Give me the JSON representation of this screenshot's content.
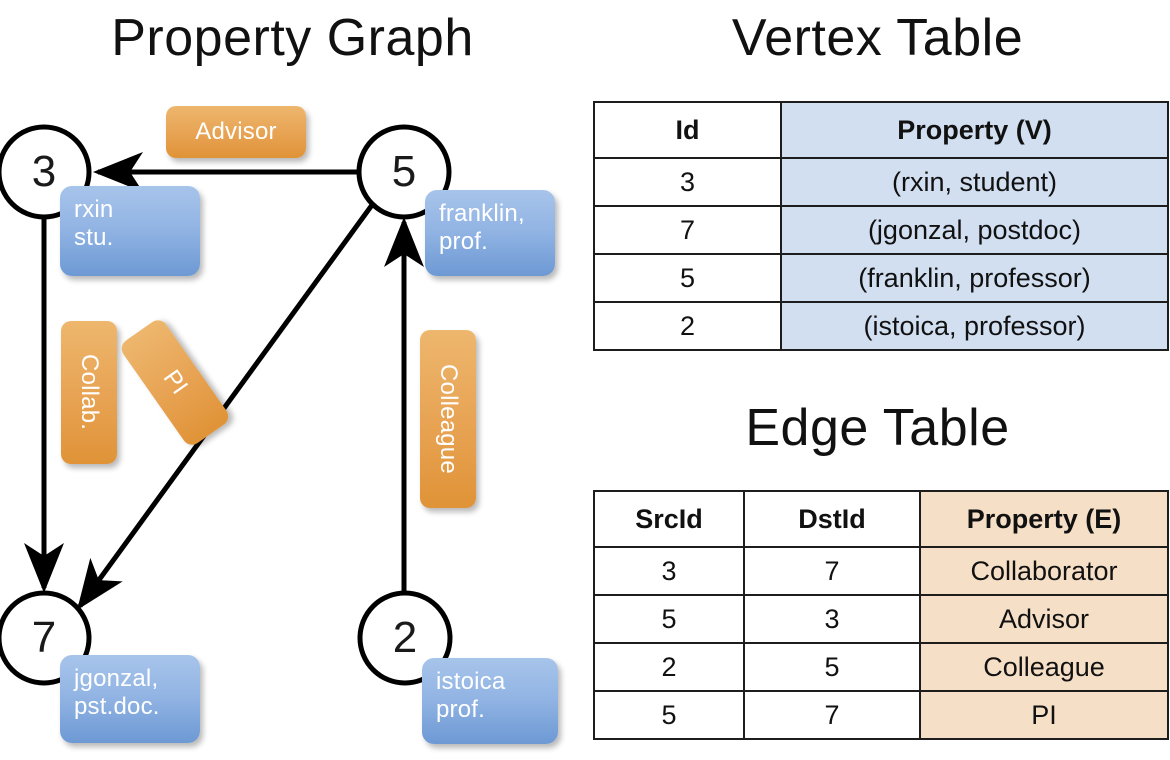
{
  "titles": {
    "property_graph": "Property Graph",
    "vertex_table": "Vertex Table",
    "edge_table": "Edge Table"
  },
  "graph": {
    "nodes": [
      {
        "id": "3",
        "label": "3",
        "property": "rxin\nstu."
      },
      {
        "id": "5",
        "label": "5",
        "property": "franklin,\nprof."
      },
      {
        "id": "7",
        "label": "7",
        "property": "jgonzal,\npst.doc."
      },
      {
        "id": "2",
        "label": "2",
        "property": "istoica\nprof."
      }
    ],
    "node_props": {
      "rxin_line1": "rxin",
      "rxin_line2": "stu.",
      "franklin_line1": "franklin,",
      "franklin_line2": "prof.",
      "jgonzal_line1": "jgonzal,",
      "jgonzal_line2": "pst.doc.",
      "istoica_line1": "istoica",
      "istoica_line2": "prof."
    },
    "edge_labels": {
      "advisor": "Advisor",
      "collab": "Collab.",
      "pi": "PI",
      "colleague": "Colleague"
    },
    "edges": [
      {
        "from": "5",
        "to": "3",
        "label": "Advisor"
      },
      {
        "from": "3",
        "to": "7",
        "label": "Collab."
      },
      {
        "from": "5",
        "to": "7",
        "label": "PI"
      },
      {
        "from": "2",
        "to": "5",
        "label": "Colleague"
      }
    ]
  },
  "vertex_table": {
    "headers": [
      "Id",
      "Property (V)"
    ],
    "rows": [
      {
        "id": "3",
        "property": "(rxin, student)"
      },
      {
        "id": "7",
        "property": "(jgonzal, postdoc)"
      },
      {
        "id": "5",
        "property": "(franklin, professor)"
      },
      {
        "id": "2",
        "property": "(istoica, professor)"
      }
    ]
  },
  "edge_table": {
    "headers": [
      "SrcId",
      "DstId",
      "Property (E)"
    ],
    "rows": [
      {
        "src": "3",
        "dst": "7",
        "property": "Collaborator"
      },
      {
        "src": "5",
        "dst": "3",
        "property": "Advisor"
      },
      {
        "src": "2",
        "dst": "5",
        "property": "Colleague"
      },
      {
        "src": "5",
        "dst": "7",
        "property": "PI"
      }
    ]
  },
  "colors": {
    "vertex_property_fill": "#d2dff1",
    "edge_property_fill": "#f5dfc6",
    "node_box_blue": "#93b5e4",
    "edge_label_orange": "#e8a455",
    "stroke": "#000000"
  }
}
